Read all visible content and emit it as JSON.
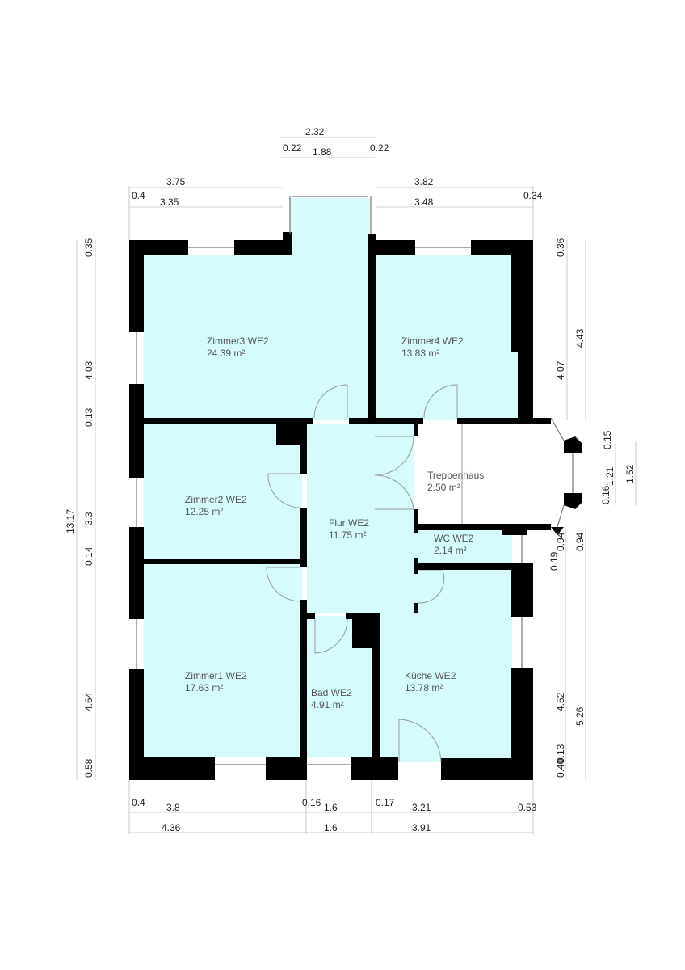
{
  "rooms": {
    "zimmer3": {
      "name": "Zimmer3 WE2",
      "area": "24.39 m²"
    },
    "zimmer4": {
      "name": "Zimmer4 WE2",
      "area": "13.83 m²"
    },
    "zimmer2": {
      "name": "Zimmer2 WE2",
      "area": "12.25 m²"
    },
    "flur": {
      "name": "Flur WE2",
      "area": "11.75 m²"
    },
    "treppenhaus": {
      "name": "Treppenhaus",
      "area": "2.50 m²"
    },
    "wc": {
      "name": "WC WE2",
      "area": "2.14 m²"
    },
    "zimmer1": {
      "name": "Zimmer1 WE2",
      "area": "17.63 m²"
    },
    "bad": {
      "name": "Bad WE2",
      "area": "4.91 m²"
    },
    "kueche": {
      "name": "Küche WE2",
      "area": "13.78 m²"
    }
  },
  "dims": {
    "top": [
      "2.32",
      "0.22",
      "1.88",
      "0.22",
      "3.75",
      "0.4",
      "3.35",
      "3.82",
      "3.48",
      "0.34"
    ],
    "left": [
      "0.35",
      "4.03",
      "0.13",
      "3.3",
      "0.14",
      "4.64",
      "0.58",
      "13.17"
    ],
    "right": [
      "0.36",
      "4.07",
      "4.43",
      "0.15",
      "1.21",
      "0.16",
      "1.52",
      "0.94",
      "0.19",
      "0.94",
      "4.52",
      "5.26",
      "0.13",
      "0.40"
    ],
    "bottom": [
      "0.4",
      "3.8",
      "0.16",
      "1.6",
      "0.17",
      "3.21",
      "0.53",
      "4.36",
      "1.6",
      "3.91"
    ]
  },
  "colors": {
    "room_fill": "#d6fbfd",
    "wall": "#000000"
  }
}
